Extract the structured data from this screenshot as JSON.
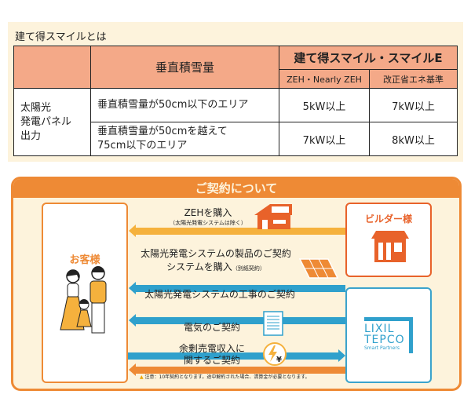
{
  "smile_table": {
    "title": "建て得スマイルとは",
    "header": {
      "col_snow": "垂直積雪量",
      "col_group": "建て得スマイル・スマイルE",
      "col_zeh": "ZEH・Nearly ZEH",
      "col_std": "改正省エネ基準"
    },
    "row_label_lines": [
      "太陽光",
      "発電パネル",
      "出力"
    ],
    "rows": [
      {
        "condition": "垂直積雪量が50cm以下のエリア",
        "zeh": "5kW以上",
        "std": "7kW以上"
      },
      {
        "condition_line1": "垂直積雪量が50cmを越えて",
        "condition_line2": "75cm以下のエリア",
        "zeh": "7kW以上",
        "std": "8kW以上"
      }
    ]
  },
  "contract": {
    "title": "ご契約について",
    "customer": "お客様",
    "builder": "ビルダー様",
    "partner": {
      "line1": "LIXIL",
      "line2": "TEPCO",
      "line3": "Smart Partners"
    },
    "flows": [
      {
        "label": "ZEHを購入",
        "sub": "（太陽光発電システムは除く）"
      },
      {
        "label1": "太陽光発電システムの製品のご契約",
        "label2": "システムを購入",
        "sub": "（別紙契約）"
      },
      {
        "label": "太陽光発電システムの工事のご契約"
      },
      {
        "label": "電気のご契約"
      },
      {
        "label1": "余剰売電収入に",
        "label2": "関するご契約"
      }
    ],
    "note": "注意：10年契約となります。途中解約された場合、清算金が必要となります。",
    "colors": {
      "orange": "#ee8a35",
      "yellow": "#f5b13d",
      "blue": "#2fa0cc",
      "builder": "#e8622a",
      "cream": "#fdf3dc"
    }
  }
}
